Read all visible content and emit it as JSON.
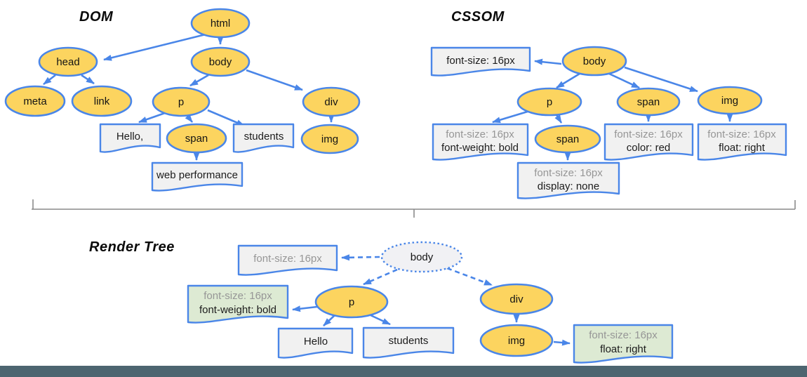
{
  "colors": {
    "node_fill": "#FCD45F",
    "node_stroke": "#4A86E8",
    "arrow": "#4A86E8",
    "box_fill": "#F1F1F1",
    "box_stroke": "#4A86E8",
    "green_box_fill": "#DDEAD3",
    "render_body_fill": "#F1F1F4",
    "muted_text": "#969696",
    "divider": "#8A8A8A",
    "bottom_bar": "#4D6570"
  },
  "dom": {
    "title": "DOM",
    "nodes": {
      "html": "html",
      "head": "head",
      "body": "body",
      "meta": "meta",
      "link": "link",
      "p": "p",
      "div": "div",
      "span": "span",
      "img": "img"
    },
    "text_nodes": {
      "hello": "Hello,",
      "students": "students",
      "web_performance": "web performance"
    }
  },
  "cssom": {
    "title": "CSSOM",
    "nodes": {
      "body": "body",
      "p": "p",
      "span_in_body": "span",
      "span_in_p": "span",
      "img": "img"
    },
    "style_boxes": {
      "body": {
        "line1": "font-size: 16px"
      },
      "p": {
        "line1": "font-size: 16px",
        "line2": "font-weight: bold"
      },
      "span_in_p": {
        "line1": "font-size: 16px",
        "line2": "display: none"
      },
      "span_in_body": {
        "line1": "font-size: 16px",
        "line2": "color: red"
      },
      "img": {
        "line1": "font-size: 16px",
        "line2": "float: right"
      }
    }
  },
  "render_tree": {
    "title": "Render Tree",
    "nodes": {
      "body": "body",
      "p": "p",
      "div": "div",
      "img": "img"
    },
    "text_nodes": {
      "hello": "Hello",
      "students": "students"
    },
    "style_boxes": {
      "body": {
        "line1": "font-size: 16px"
      },
      "p": {
        "line1": "font-size: 16px",
        "line2": "font-weight: bold"
      },
      "img": {
        "line1": "font-size: 16px",
        "line2": "float: right"
      }
    }
  }
}
